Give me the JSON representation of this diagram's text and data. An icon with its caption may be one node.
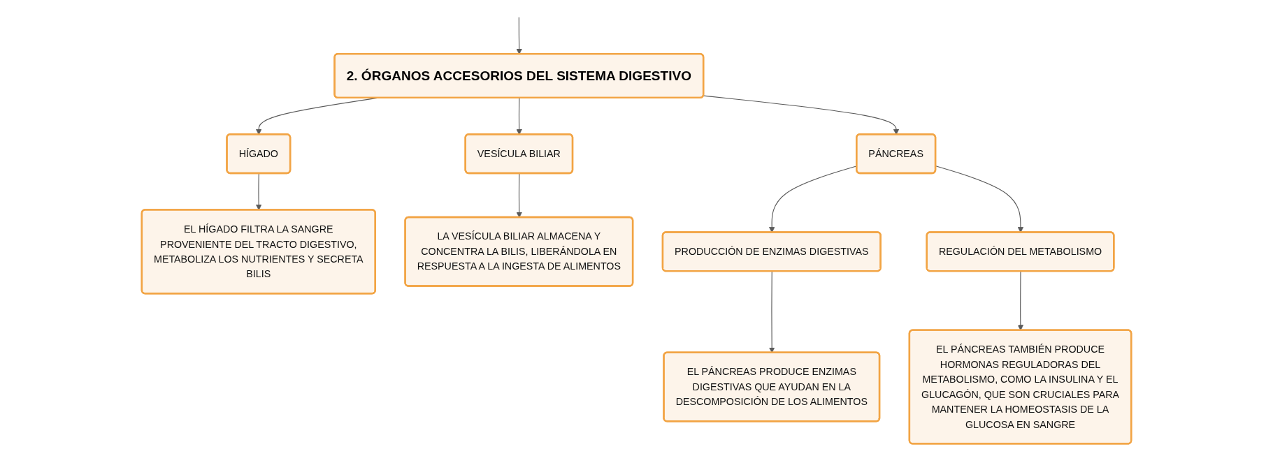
{
  "diagram": {
    "nodes": [
      {
        "text": [
          "2. ÓRGANOS ACCESORIOS DEL SISTEMA DIGESTIVO"
        ]
      },
      {
        "text": [
          "HÍGADO"
        ]
      },
      {
        "text": [
          "VESÍCULA BILIAR"
        ]
      },
      {
        "text": [
          "PÁNCREAS"
        ]
      },
      {
        "text": [
          "EL HÍGADO FILTRA LA SANGRE PROVENIENTE DEL TRACTO DIGESTIVO, METABOLIZA LOS NUTRIENTES Y SECRETA BILIS"
        ]
      },
      {
        "text": [
          "LA VESÍCULA BILIAR ALMACENA Y CONCENTRA LA BILIS, LIBERÁNDOLA EN RESPUESTA A LA INGESTA DE ALIMENTOS"
        ]
      },
      {
        "text": [
          "PRODUCCIÓN DE ENZIMAS DIGESTIVAS"
        ]
      },
      {
        "text": [
          "REGULACIÓN DEL METABOLISMO"
        ]
      },
      {
        "text": [
          "EL PÁNCREAS PRODUCE ENZIMAS DIGESTIVAS QUE AYUDAN EN LA DESCOMPOSICIÓN DE LOS ALIMENTOS"
        ]
      },
      {
        "text": [
          "EL PÁNCREAS TAMBIÉN PRODUCE HORMONAS REGULADORAS DEL METABOLISMO, COMO LA INSULINA Y EL GLUCAGÓN, QUE SON CRUCIALES PARA MANTENER LA HOMEOSTASIS DE LA GLUCOSA EN SANGRE"
        ]
      }
    ],
    "edges": [
      {
        "from": null,
        "to": 0,
        "arrow": "to"
      },
      {
        "from": 0,
        "to": 1,
        "arrow": "to"
      },
      {
        "from": 0,
        "to": 2,
        "arrow": "to"
      },
      {
        "from": 0,
        "to": 3,
        "arrow": "to"
      },
      {
        "from": 1,
        "to": 4,
        "arrow": "to"
      },
      {
        "from": 2,
        "to": 5,
        "arrow": "to"
      },
      {
        "from": 3,
        "to": 6,
        "arrow": "to"
      },
      {
        "from": 3,
        "to": 7,
        "arrow": "to"
      },
      {
        "from": 6,
        "to": 8,
        "arrow": "to"
      },
      {
        "from": 7,
        "to": 9,
        "arrow": "to"
      }
    ]
  }
}
